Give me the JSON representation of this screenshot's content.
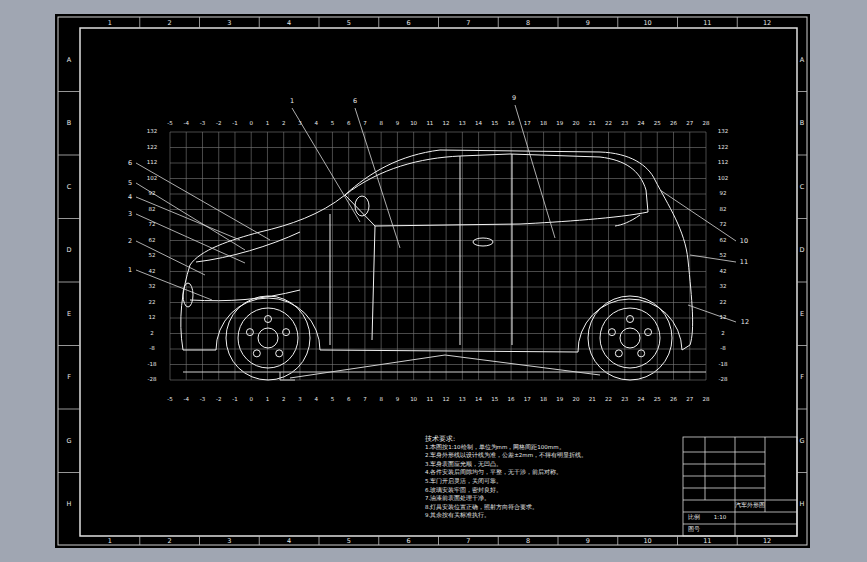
{
  "diagram": {
    "labels": [
      "1",
      "2",
      "3",
      "4",
      "5",
      "6",
      "7",
      "8",
      "9",
      "10",
      "11",
      "12",
      "1",
      "2",
      "3",
      "4",
      "5",
      "6",
      "7",
      "8",
      "9",
      "10",
      "11",
      "12",
      "A",
      "B",
      "C",
      "D",
      "E",
      "F",
      "G",
      "H",
      "A",
      "B",
      "C",
      "D",
      "E",
      "F",
      "G",
      "H",
      "-5",
      "-4",
      "-3",
      "-2",
      "-1",
      "0",
      "1",
      "2",
      "3",
      "4",
      "5",
      "6",
      "7",
      "8",
      "9",
      "10",
      "11",
      "12",
      "13",
      "14",
      "15",
      "16",
      "17",
      "18",
      "19",
      "20",
      "21",
      "22",
      "23",
      "24",
      "25",
      "26",
      "27",
      "28",
      "-5",
      "-4",
      "-3",
      "-2",
      "-1",
      "0",
      "1",
      "2",
      "3",
      "4",
      "5",
      "6",
      "7",
      "8",
      "9",
      "10",
      "11",
      "12",
      "13",
      "14",
      "15",
      "16",
      "17",
      "18",
      "19",
      "20",
      "21",
      "22",
      "23",
      "24",
      "25",
      "26",
      "27",
      "28",
      "132",
      "122",
      "112",
      "102",
      "92",
      "82",
      "72",
      "62",
      "52",
      "42",
      "32",
      "22",
      "12",
      "2",
      "-8",
      "-18",
      "-28",
      "132",
      "122",
      "112",
      "102",
      "92",
      "82",
      "72",
      "62",
      "52",
      "42",
      "32",
      "22",
      "12",
      "2",
      "-8",
      "-18",
      "-28",
      "6",
      "5",
      "4",
      "3",
      "2",
      "1",
      "1",
      "6",
      "9",
      "10",
      "11",
      "12",
      "技术要求:",
      "1.本图按1:10绘制，单位为mm，网格间距100mm。",
      "2.车身外形线以设计线为准，公差±2mm，不得有明显折线。",
      "3.车身表面应光顺，无凹凸。",
      "4.各件安装后间隙均匀，平整，无干涉，前后对称。",
      "5.车门开启灵活，关闭可靠。",
      "6.玻璃安装牢固，密封良好。",
      "7.油漆前表面处理干净。",
      "8.灯具安装位置正确，照射方向符合要求。",
      "9.其余按有关标准执行。",
      "汽车外形图",
      "比例",
      "1:10",
      "图号"
    ]
  }
}
